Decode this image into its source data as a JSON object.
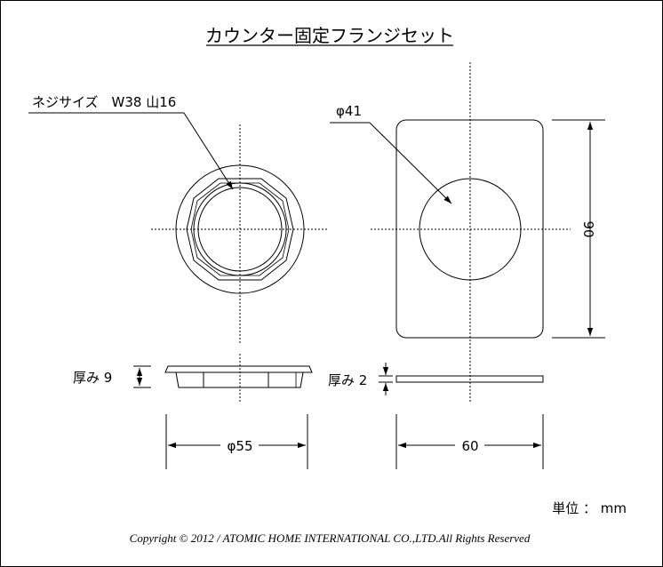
{
  "title": "カウンター固定フランジセット",
  "labels": {
    "thread": "ネジサイズ　W38 山16",
    "phi41": "φ41",
    "dim90": "90",
    "thick_flange": "厚み 9",
    "thick_plate": "厚み 2",
    "phi55": "φ55",
    "dim60": "60",
    "unit": "単位 ： mm"
  },
  "copyright": "Copyright © 2012 / ATOMIC HOME INTERNATIONAL CO.,LTD.All Rights Reserved",
  "colors": {
    "line": "#000000",
    "background": "#ffffff"
  }
}
